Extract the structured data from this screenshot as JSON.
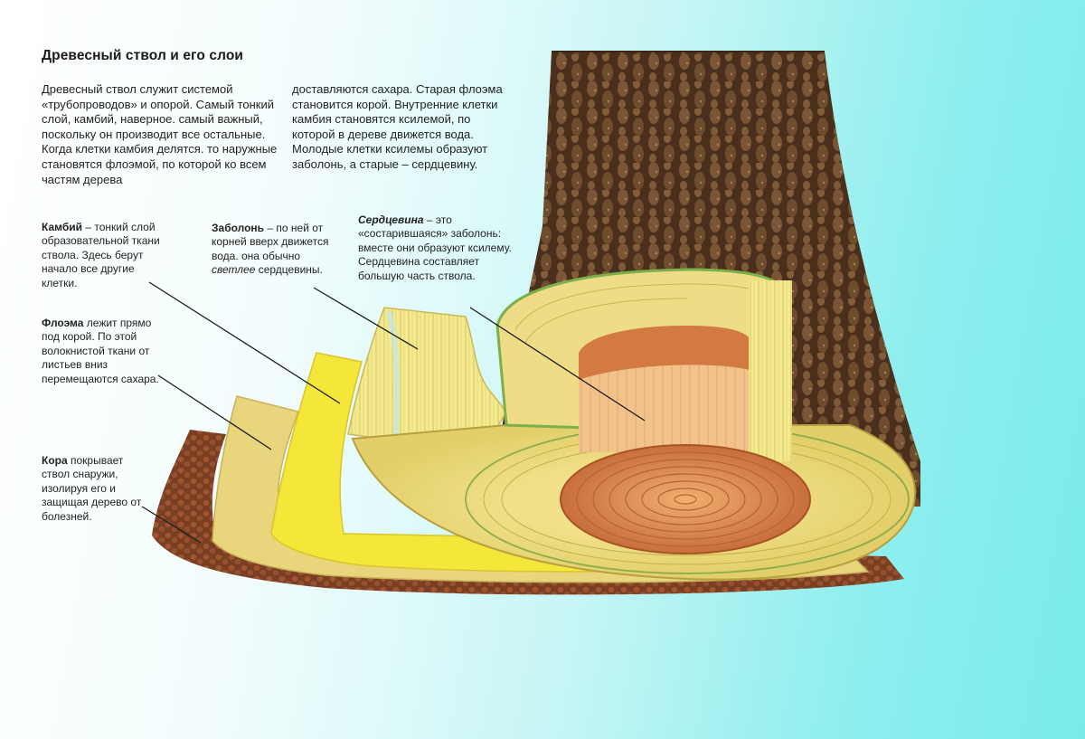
{
  "title": "Древесный ствол и его слои",
  "intro": {
    "col1": "Древесный ствол служит системой «трубопроводов» и опорой. Самый тонкий слой, камбий, наверное. самый важный, поскольку он производит все остальные. Когда клетки камбия делятся. то наружные становятся флоэмой, по которой ко всем частям дерева",
    "col2": "доставляются сахара. Старая флоэма становится корой. Внутренние клетки камбия становятся ксилемой, по которой в дереве движется вода. Молодые клетки ксилемы образуют заболонь, а старые – сердцевину."
  },
  "captions": {
    "cambium": {
      "term": "Камбий",
      "text": " – тонкий слой образовательной ткани ствола. Здесь берут начало все другие клетки."
    },
    "sapwood": {
      "term": "Заболонь",
      "text": " – по ней от корней вверх движется вода. она обычно ",
      "emph": "светлее",
      "tail": " сердцевины."
    },
    "heartwood": {
      "term": "Сердцевина",
      "text": " – это «состарившаяся» заболонь: вместе они образуют ксилему. Сердцевина составляет большую часть ствола."
    },
    "phloem": {
      "term": "Флоэма",
      "text": " лежит прямо под корой. По этой волокнистой ткани от листьев вниз перемещаются сахара."
    },
    "bark": {
      "term": "Кора",
      "text": " покрывает ствол снаружи, изолируя его и защищая дерево от болезней."
    }
  },
  "colors": {
    "bark": "#5a3a22",
    "bark_peel": "#8a4a2a",
    "phloem": "#e6d37a",
    "cambium": "#f2e43c",
    "sapwood": "#e9dc7e",
    "heartwood": "#c9713e",
    "background": "#7aebeb"
  }
}
